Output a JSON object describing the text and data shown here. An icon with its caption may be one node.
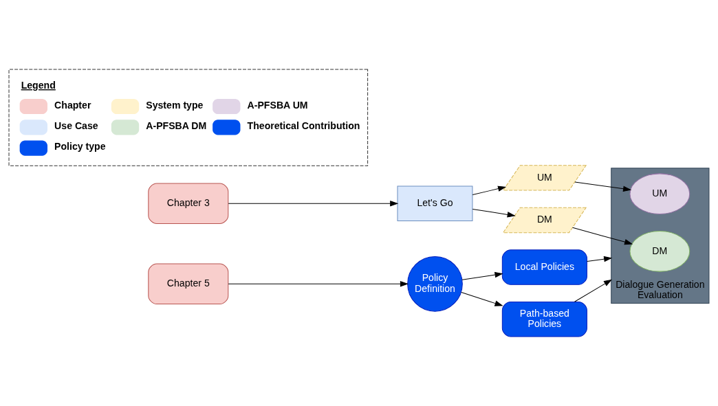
{
  "diagram": {
    "nodes": [
      {
        "text": [
          "Chapter 3"
        ]
      },
      {
        "text": [
          "Let's Go"
        ]
      },
      {
        "text": [
          "UM"
        ]
      },
      {
        "text": [
          "DM"
        ]
      },
      {
        "text": [
          "Chapter 5"
        ]
      },
      {
        "text": [
          "Policy Definition"
        ]
      },
      {
        "text": [
          "Local Policies"
        ]
      },
      {
        "text": [
          "Path-based Policies"
        ]
      },
      {
        "text": [
          "Dialogue Generation Evaluation"
        ]
      },
      {
        "text": [
          "DM"
        ],
        "in": 8
      },
      {
        "text": [
          "UM"
        ],
        "in": 8
      }
    ],
    "edges": [
      {
        "from": 0,
        "to": 1,
        "arrow": "to"
      },
      {
        "from": 1,
        "to": 2,
        "arrow": "to"
      },
      {
        "from": 1,
        "to": 3,
        "arrow": "to"
      },
      {
        "from": 3,
        "to": 9,
        "arrow": "to"
      },
      {
        "from": 2,
        "to": 10,
        "arrow": "to"
      },
      {
        "from": 4,
        "to": 5,
        "arrow": "to"
      },
      {
        "from": 5,
        "to": 6,
        "arrow": "to"
      },
      {
        "from": 5,
        "to": 7,
        "arrow": "to"
      },
      {
        "from": 6,
        "to": 8,
        "arrow": "to"
      },
      {
        "from": 7,
        "to": 8,
        "arrow": "to"
      }
    ],
    "labels": [
      "Legend"
    ],
    "legend": [
      {
        "text": "Chapter",
        "color": "#f8cecc"
      },
      {
        "text": "System type",
        "color": "#fff2cc"
      },
      {
        "text": "A-PFSBA UM",
        "color": "#e1d5e7"
      },
      {
        "text": "Use Case",
        "color": "#dae8fc"
      },
      {
        "text": "A-PFSBA DM",
        "color": "#d5e8d4"
      },
      {
        "text": "Theoretical Contribution",
        "color": "#0050ef"
      },
      {
        "text": "Policy type",
        "color": "#0050ef"
      }
    ]
  }
}
